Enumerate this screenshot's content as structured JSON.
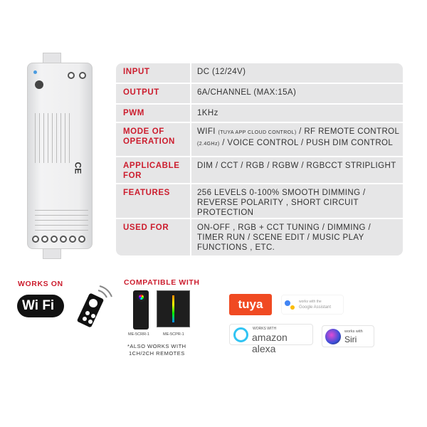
{
  "specs": [
    {
      "label": "INPUT",
      "value": "DC (12/24V)"
    },
    {
      "label": "OUTPUT",
      "value": "6A/CHANNEL (MAX:15A)"
    },
    {
      "label": "PWM",
      "value": "1KHz"
    },
    {
      "label": "MODE OF OPERATION",
      "value_parts": [
        "WIFI ",
        "(TUYA APP CLOUD CONTROL)",
        " / RF REMOTE CONTROL ",
        "(2.4GHz)",
        " / VOICE CONTROL / PUSH DIM CONTROL"
      ]
    },
    {
      "label": "APPLICABLE FOR",
      "value": "DIM / CCT / RGB / RGBW / RGBCCT STRIPLIGHT"
    },
    {
      "label": "FEATURES",
      "value": "256 LEVELS 0-100% SMOOTH DIMMING / REVERSE POLARITY , SHORT CIRCUIT PROTECTION"
    },
    {
      "label": "USED FOR",
      "value": "ON-OFF , RGB + CCT TUNING / DIMMING / TIMER RUN / SCENE EDIT / MUSIC PLAY FUNCTIONS , ETC."
    }
  ],
  "works_on": {
    "title": "WORKS ON",
    "wifi_logo": "Wi Fi"
  },
  "compatible": {
    "title": "COMPATIBLE WITH",
    "remotes": [
      "ME-5CRR-1",
      "ME-5CPR-1"
    ],
    "note_line1": "*ALSO WORKS WITH",
    "note_line2": "1CH/2CH REMOTES"
  },
  "integrations": {
    "tuya": "tuya",
    "google_small": "works with the",
    "google": "Google Assistant",
    "alexa_small": "WORKS WITH",
    "alexa": "amazon alexa",
    "siri_small": "works with",
    "siri": "Siri"
  },
  "colors": {
    "accent": "#cc1d2e",
    "row_bg": "#e6e6e7",
    "tuya": "#f04a22"
  }
}
